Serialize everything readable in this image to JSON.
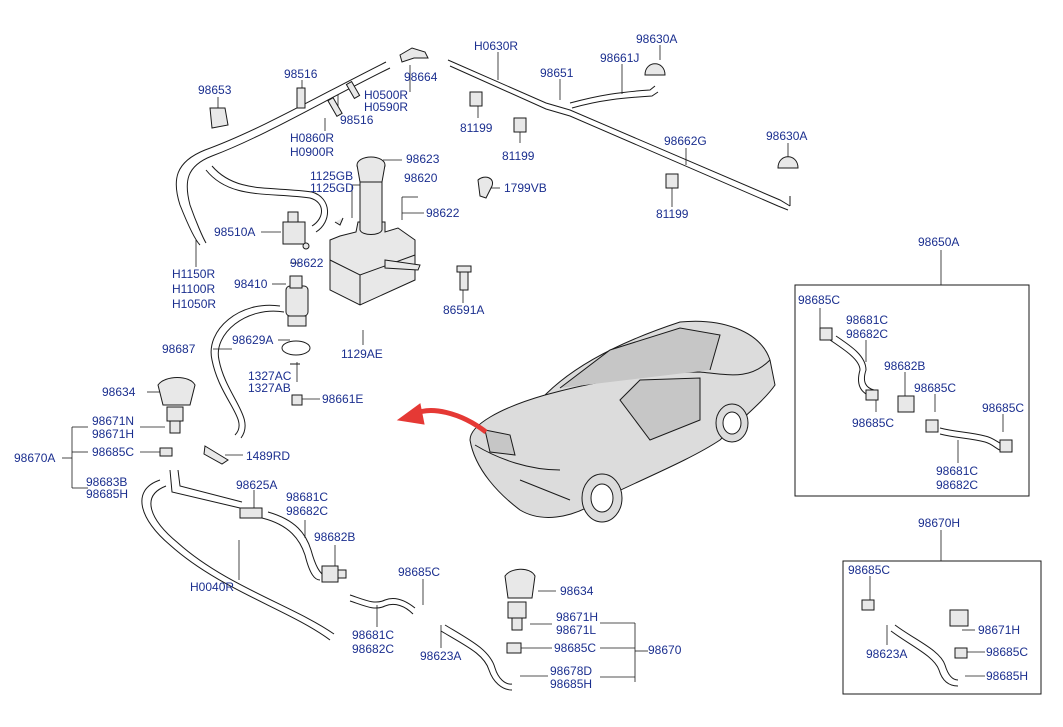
{
  "labels": {
    "l98653": "98653",
    "l98516a": "98516",
    "l98516b": "98516",
    "l98664": "98664",
    "lH0500": "H0500R",
    "lH0590": "H0590R",
    "lH0860": "H0860R",
    "lH0900": "H0900R",
    "lH0630": "H0630R",
    "l98651": "98651",
    "l98661J": "98661J",
    "l98630A1": "98630A",
    "l81199a": "81199",
    "l81199b": "81199",
    "l81199c": "81199",
    "l98662G": "98662G",
    "l98630A2": "98630A",
    "l98623": "98623",
    "l1125GB": "1125GB",
    "l1125GD": "1125GD",
    "l98620": "98620",
    "l98622a": "98622",
    "l1799VB": "1799VB",
    "l98510A": "98510A",
    "l98622b": "98622",
    "lH1150": "H1150R",
    "lH1100": "H1100R",
    "lH1050": "H1050R",
    "l98410": "98410",
    "l86591A": "86591A",
    "l98629A": "98629A",
    "l1129AE": "1129AE",
    "l98687": "98687",
    "l1327AC": "1327AC",
    "l1327AB": "1327AB",
    "l98661E": "98661E",
    "l98634a": "98634",
    "l98671N": "98671N",
    "l98671H": "98671H",
    "l98670A": "98670A",
    "l98685Ca": "98685C",
    "l1489RD": "1489RD",
    "l98683B": "98683B",
    "l98685Ha": "98685H",
    "l98625A": "98625A",
    "l98681Ca": "98681C",
    "l98682Ca": "98682C",
    "l98682Ba": "98682B",
    "lH0040": "H0040R",
    "l98685Cb": "98685C",
    "l98634b": "98634",
    "l98681Cb": "98681C",
    "l98682Cb": "98682C",
    "l98623Aa": "98623A",
    "l98671Hb": "98671H",
    "l98671L": "98671L",
    "l98670": "98670",
    "l98685Cc": "98685C",
    "l98678D": "98678D",
    "l98685Hb": "98685H",
    "l98650A": "98650A",
    "l98685Cd": "98685C",
    "l98681Cc": "98681C",
    "l98682Cc": "98682C",
    "l98682Bb": "98682B",
    "l98685Ce": "98685C",
    "l98685Cf": "98685C",
    "l98685Cg": "98685C",
    "l98681Cd": "98681C",
    "l98682Cd": "98682C",
    "l98670H": "98670H",
    "l98685Ch": "98685C",
    "l98671Hc": "98671H",
    "l98623Ab": "98623A",
    "l98685Ci": "98685C",
    "l98685Hc": "98685H"
  },
  "colors": {
    "label_text": "#1b2f8f",
    "line": "#1a1a1a",
    "part_fill": "#e8e8e8",
    "arrow": "#e53935",
    "car_body": "#dcdcdc"
  }
}
